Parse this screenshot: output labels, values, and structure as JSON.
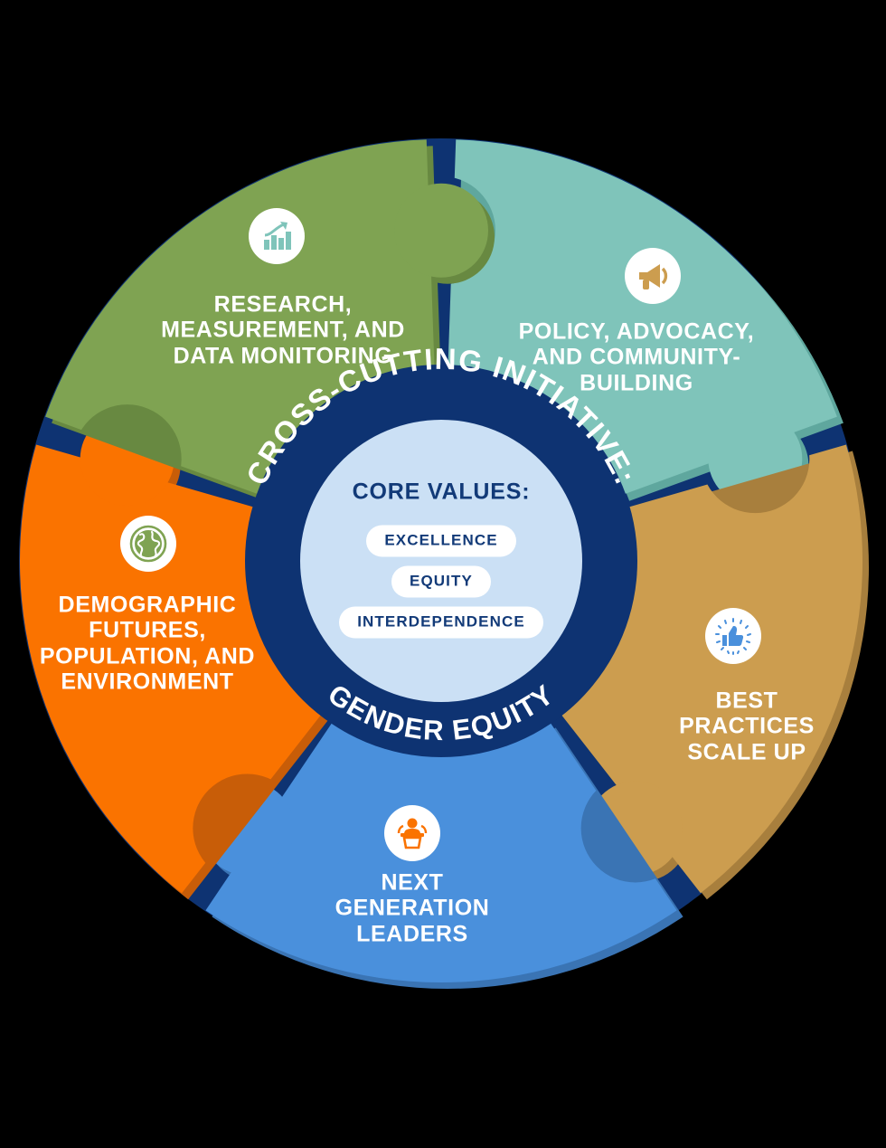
{
  "diagram": {
    "title": "Cross-Cutting Initiative: Gender Equity puzzle wheel",
    "hub": {
      "arc_top_text": "CROSS-CUTTING INITIATIVE:",
      "arc_bottom_text": "GENDER    EQUITY",
      "core_heading": "CORE VALUES:",
      "core_values": [
        "EXCELLENCE",
        "EQUITY",
        "INTERDEPENDENCE"
      ],
      "ring_color": "#0E3372",
      "inner_color": "#CBE0F5",
      "heading_color": "#123A78"
    },
    "segments": [
      {
        "id": "research",
        "label": "RESEARCH,\nMEASUREMENT, AND\nDATA MONITORING",
        "icon": "bar-chart-growth-icon",
        "color": "#7FC4BA",
        "shadow": "#5FA79E",
        "text_color": "#FFFFFF"
      },
      {
        "id": "policy",
        "label": "POLICY, ADVOCACY,\nAND COMMUNITY-\nBUILDING",
        "icon": "megaphone-icon",
        "color": "#CC9D4F",
        "shadow": "#A87F3D",
        "text_color": "#FFFFFF"
      },
      {
        "id": "best-practices",
        "label": "BEST\nPRACTICES\nSCALE UP",
        "icon": "thumbs-up-icon",
        "color": "#4A90DC",
        "shadow": "#3A74B4",
        "text_color": "#FFFFFF"
      },
      {
        "id": "next-gen",
        "label": "NEXT\nGENERATION\nLEADERS",
        "icon": "speaker-podium-icon",
        "color": "#FA7300",
        "shadow": "#C85D08",
        "text_color": "#FFFFFF"
      },
      {
        "id": "demographic",
        "label": "DEMOGRAPHIC\nFUTURES,\nPOPULATION, AND\nENVIRONMENT",
        "icon": "globe-icon",
        "color": "#7FA352",
        "shadow": "#688941",
        "text_color": "#FFFFFF"
      }
    ],
    "background_color": "#000000"
  }
}
